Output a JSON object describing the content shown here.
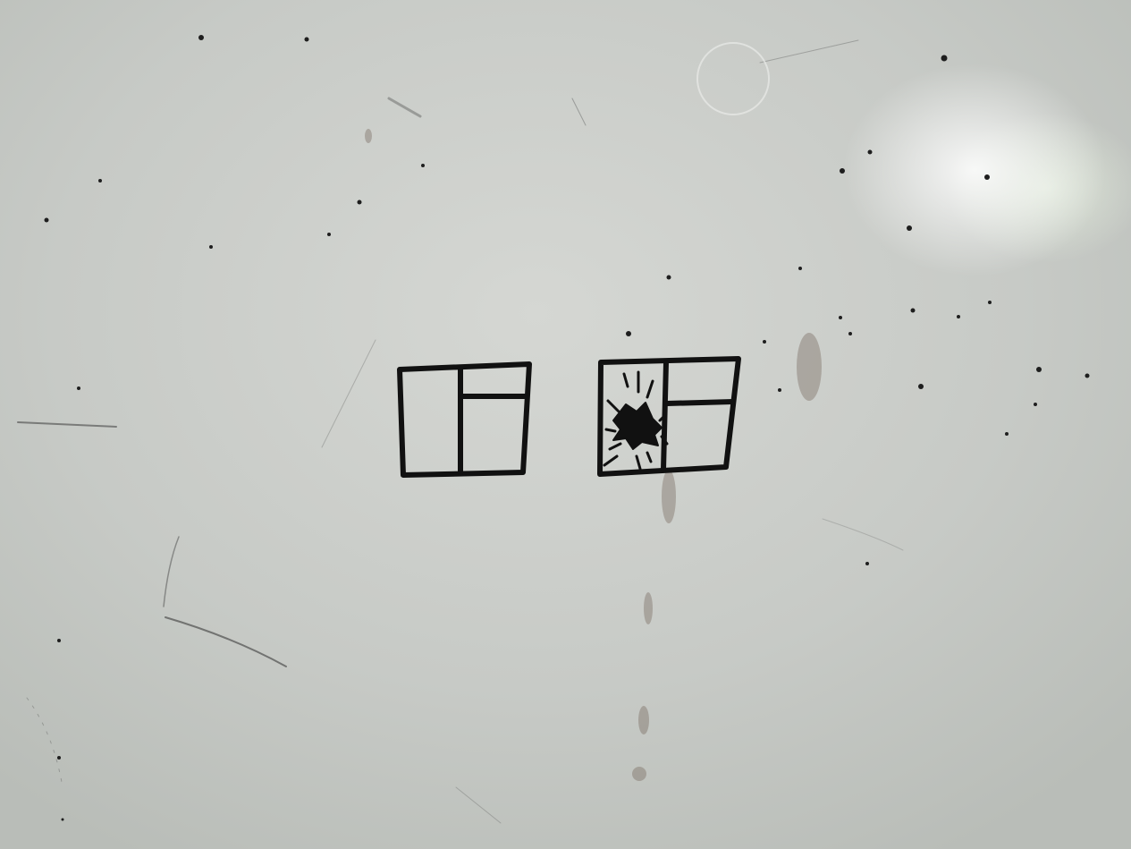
{
  "scene": {
    "subject": "whiteboard-sketch",
    "sketches": [
      {
        "id": "window-plain",
        "panes": 3
      },
      {
        "id": "window-broken",
        "panes": 3,
        "crack": true
      }
    ]
  },
  "colors": {
    "marker": "#111111",
    "board_base": "#cfd2ce",
    "glare": "#ffffff",
    "smudge": "#6b5a4e"
  }
}
